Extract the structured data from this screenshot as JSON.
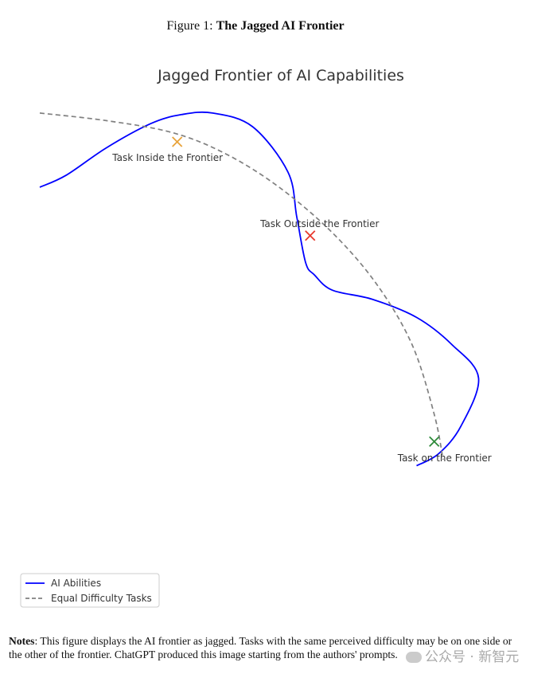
{
  "figure": {
    "prefix": "Figure 1:",
    "title": "The Jagged AI Frontier"
  },
  "chart_data": {
    "type": "line",
    "title": "Jagged Frontier of AI Capabilities",
    "xlabel": "",
    "ylabel": "",
    "axes_visible": false,
    "grid": false,
    "legend_placement": "bottom-left",
    "xlim": [
      0,
      10
    ],
    "ylim": [
      0,
      10
    ],
    "series": [
      {
        "name": "AI Abilities",
        "style": "solid",
        "color": "#0000ff",
        "x": [
          0.0,
          0.6,
          1.5,
          2.5,
          3.2,
          3.9,
          4.8,
          5.6,
          5.8,
          6.0,
          6.2,
          6.6,
          7.5,
          8.5,
          9.3,
          9.9,
          9.5,
          9.0,
          8.5
        ],
        "y": [
          7.5,
          7.9,
          8.8,
          9.6,
          9.9,
          9.95,
          9.5,
          8.0,
          6.5,
          5.0,
          4.6,
          4.1,
          3.8,
          3.2,
          2.3,
          1.2,
          -0.4,
          -1.3,
          -1.7
        ]
      },
      {
        "name": "Equal Difficulty Tasks",
        "style": "dashed",
        "color": "#808080",
        "x": [
          0.0,
          1.5,
          3.0,
          4.2,
          5.4,
          6.6,
          7.6,
          8.4,
          8.9,
          9.1
        ],
        "y": [
          9.95,
          9.7,
          9.3,
          8.6,
          7.5,
          6.0,
          4.3,
          2.3,
          0.0,
          -1.5
        ]
      }
    ],
    "points": [
      {
        "label": "Task Inside the Frontier",
        "x": 3.1,
        "y": 9.0,
        "color": "#e8a33a"
      },
      {
        "label": "Task Outside the Frontier",
        "x": 6.1,
        "y": 5.9,
        "color": "#e8392e"
      },
      {
        "label": "Task on the Frontier",
        "x": 8.9,
        "y": -0.9,
        "color": "#2e8b3a"
      }
    ]
  },
  "notes": {
    "label": "Notes",
    "text": ": This figure displays the AI frontier as jagged. Tasks with the same perceived difficulty may be on one side or the other of the frontier. ChatGPT produced this image starting from the authors' prompts."
  },
  "watermark": {
    "text": "公众号 · 新智元"
  }
}
